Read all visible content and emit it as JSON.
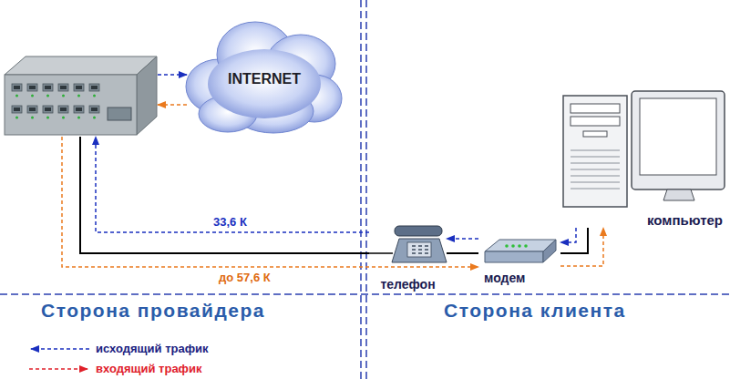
{
  "diagram": {
    "nodes": [
      {
        "text": []
      },
      {
        "text": [
          "INTERNET"
        ]
      },
      {
        "text": [
          "телефон"
        ]
      },
      {
        "text": [
          "модем"
        ]
      },
      {
        "text": [
          "компьютер"
        ]
      }
    ],
    "edges": [
      {
        "from": 0,
        "to": 1,
        "arrow": "to"
      },
      {
        "from": 1,
        "to": 0,
        "arrow": "to"
      },
      {
        "from": 0,
        "to": 2,
        "arrow": "none"
      },
      {
        "from": 2,
        "to": 3,
        "arrow": "none"
      },
      {
        "from": 3,
        "to": 4,
        "arrow": "none"
      },
      {
        "from": 4,
        "to": 3,
        "arrow": "to"
      },
      {
        "from": 3,
        "to": 2,
        "arrow": "to"
      },
      {
        "from": 2,
        "to": 0,
        "label": "33,6 К",
        "arrow": "to"
      },
      {
        "from": 0,
        "to": 3,
        "label": "до 57,6 К",
        "arrow": "to"
      },
      {
        "from": 3,
        "to": 4,
        "arrow": "to"
      }
    ],
    "labels": [
      "Сторона провайдера",
      "Сторона клиента"
    ],
    "legend": [
      {
        "text": "исходящий трафик"
      },
      {
        "text": "входящий трафик"
      }
    ]
  }
}
